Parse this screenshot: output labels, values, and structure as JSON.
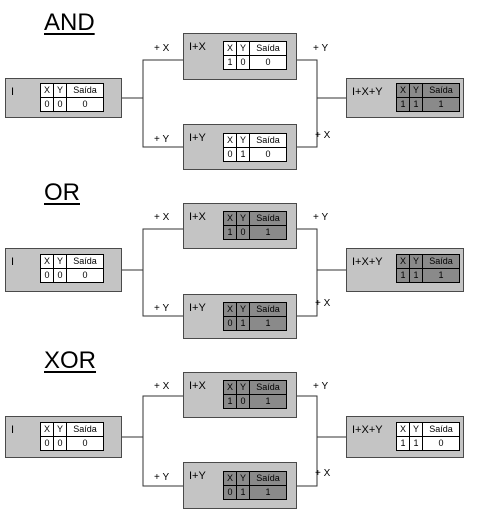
{
  "sections": [
    {
      "title": "AND",
      "nodes": {
        "start": {
          "label": "I",
          "headers": [
            "X",
            "Y",
            "Saída"
          ],
          "values": [
            "0",
            "0",
            "0"
          ],
          "highlighted": false
        },
        "top": {
          "label": "I+X",
          "headers": [
            "X",
            "Y",
            "Saída"
          ],
          "values": [
            "1",
            "0",
            "0"
          ],
          "highlighted": false
        },
        "bottom": {
          "label": "I+Y",
          "headers": [
            "X",
            "Y",
            "Saída"
          ],
          "values": [
            "0",
            "1",
            "0"
          ],
          "highlighted": false
        },
        "end": {
          "label": "I+X+Y",
          "headers": [
            "X",
            "Y",
            "Saída"
          ],
          "values": [
            "1",
            "1",
            "1"
          ],
          "highlighted": true
        }
      },
      "edges": {
        "to_top": "+ X",
        "to_bottom": "+ Y",
        "from_top": "+ Y",
        "from_bottom": "+ X"
      }
    },
    {
      "title": "OR",
      "nodes": {
        "start": {
          "label": "I",
          "headers": [
            "X",
            "Y",
            "Saída"
          ],
          "values": [
            "0",
            "0",
            "0"
          ],
          "highlighted": false
        },
        "top": {
          "label": "I+X",
          "headers": [
            "X",
            "Y",
            "Saída"
          ],
          "values": [
            "1",
            "0",
            "1"
          ],
          "highlighted": true
        },
        "bottom": {
          "label": "I+Y",
          "headers": [
            "X",
            "Y",
            "Saída"
          ],
          "values": [
            "0",
            "1",
            "1"
          ],
          "highlighted": true
        },
        "end": {
          "label": "I+X+Y",
          "headers": [
            "X",
            "Y",
            "Saída"
          ],
          "values": [
            "1",
            "1",
            "1"
          ],
          "highlighted": true
        }
      },
      "edges": {
        "to_top": "+ X",
        "to_bottom": "+ Y",
        "from_top": "+ Y",
        "from_bottom": "+ X"
      }
    },
    {
      "title": "XOR",
      "nodes": {
        "start": {
          "label": "I",
          "headers": [
            "X",
            "Y",
            "Saída"
          ],
          "values": [
            "0",
            "0",
            "0"
          ],
          "highlighted": false
        },
        "top": {
          "label": "I+X",
          "headers": [
            "X",
            "Y",
            "Saída"
          ],
          "values": [
            "1",
            "0",
            "1"
          ],
          "highlighted": true
        },
        "bottom": {
          "label": "I+Y",
          "headers": [
            "X",
            "Y",
            "Saída"
          ],
          "values": [
            "0",
            "1",
            "1"
          ],
          "highlighted": true
        },
        "end": {
          "label": "I+X+Y",
          "headers": [
            "X",
            "Y",
            "Saída"
          ],
          "values": [
            "1",
            "1",
            "0"
          ],
          "highlighted": false
        }
      },
      "edges": {
        "to_top": "+ X",
        "to_bottom": "+ Y",
        "from_top": "+ Y",
        "from_bottom": "+ X"
      }
    }
  ],
  "colors": {
    "box_fill": "#c4c4c4",
    "table_highlight": "#8a8a8a",
    "table_plain": "#ffffff",
    "line": "#333333"
  }
}
